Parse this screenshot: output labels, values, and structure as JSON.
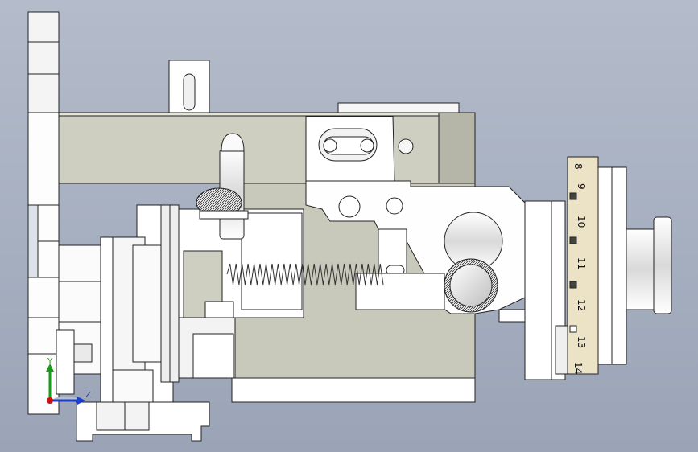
{
  "dial": {
    "numbers": [
      "8",
      "9",
      "10",
      "11",
      "12",
      "13",
      "14"
    ]
  },
  "triad": {
    "y_label": "Y",
    "z_label": "Z"
  },
  "colors": {
    "background_top": "#b4bccb",
    "background_bottom": "#9aa4b6",
    "part_fill": "#ffffff",
    "beam_fill": "#cfcfc1",
    "body_fill": "#c9c9bb",
    "dial_fill": "#ece2c6",
    "outline": "#222222",
    "axis_y": "#1a9a1a",
    "axis_z": "#1a3fd0",
    "origin": "#d01010"
  }
}
